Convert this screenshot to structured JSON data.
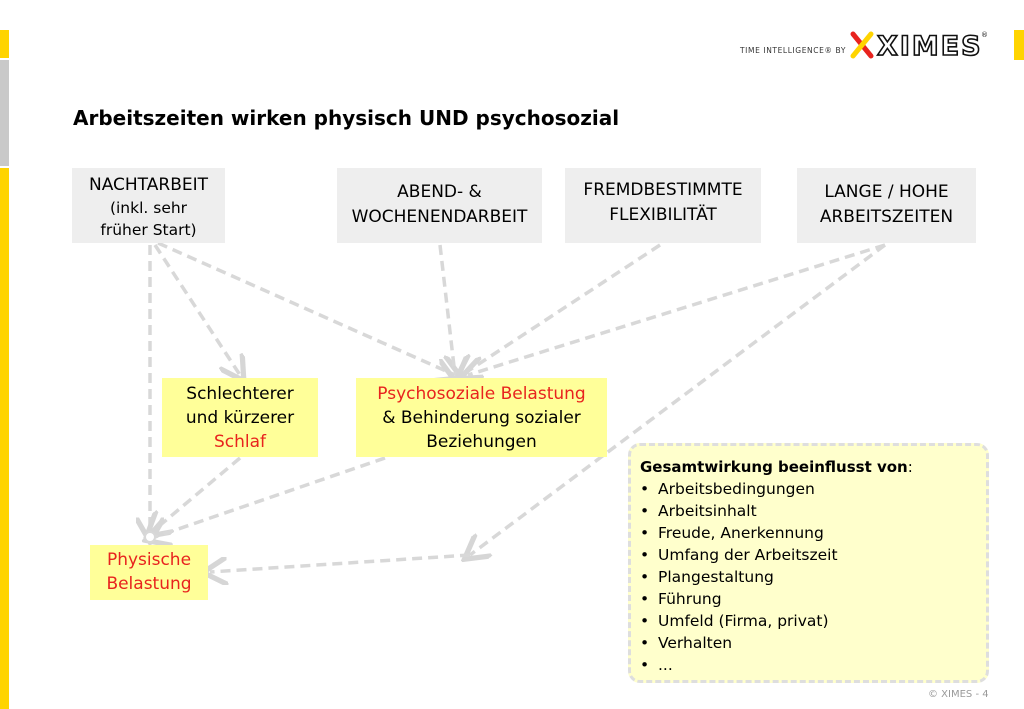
{
  "colors": {
    "accent_yellow": "#ffd400",
    "bar_grey": "#c9c9c9",
    "box_grey": "#eeeeee",
    "box_yellow": "#ffff99",
    "note_bg": "#ffffcc",
    "red_text": "#e8231e",
    "arrow_grey": "#dadada"
  },
  "header": {
    "logo_tagline": "TIME INTELLIGENCE® BY",
    "logo_brand": "XIMES",
    "logo_mark": "®"
  },
  "slide": {
    "title": "Arbeitszeiten wirken physisch UND psychosozial"
  },
  "causes": [
    {
      "lines": [
        "NACHTARBEIT",
        "(inkl. sehr",
        "früher Start)"
      ]
    },
    {
      "lines": [
        "ABEND- &",
        "WOCHENENDARBEIT"
      ]
    },
    {
      "lines": [
        "FREMDBESTIMMTE",
        "FLEXIBILITÄT"
      ]
    },
    {
      "lines": [
        "LANGE / HOHE",
        "ARBEITSZEITEN"
      ]
    }
  ],
  "effects": {
    "sleep": {
      "line1": "Schlechterer",
      "line2": "und kürzerer",
      "line3": "Schlaf"
    },
    "psycho": {
      "line1": "Psychosoziale Belastung",
      "line2": "& Behinderung sozialer",
      "line3": "Beziehungen"
    },
    "physical": {
      "line1": "Physische",
      "line2": "Belastung"
    }
  },
  "note": {
    "heading": "Gesamtwirkung beeinflusst von",
    "heading_suffix": ":",
    "bullet": "•",
    "items": [
      "Arbeitsbedingungen",
      "Arbeitsinhalt",
      "Freude, Anerkennung",
      "Umfang der Arbeitszeit",
      "Plangestaltung",
      "Führung",
      "Umfeld (Firma, privat)",
      "Verhalten",
      "..."
    ]
  },
  "footer": {
    "text": "© XIMES - 4"
  }
}
